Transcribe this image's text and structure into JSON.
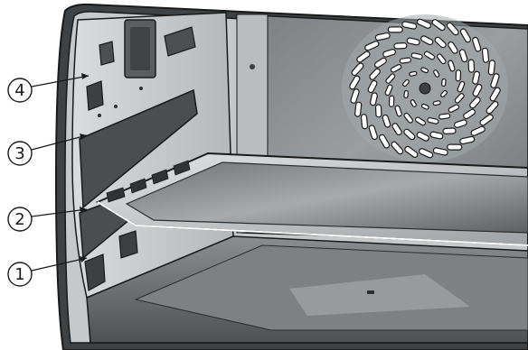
{
  "image": {
    "subject": "oven-interior-shelf-levels",
    "colors": {
      "line": "#1a1a1a",
      "wall_light": "#cfd3d6",
      "wall_mid": "#a9adb0",
      "wall_dark": "#5f6366",
      "back_panel": "#8c9093",
      "tray_silver": "#b9bcbe",
      "floor": "#6a6e71"
    }
  },
  "callouts": [
    {
      "label": "4",
      "icon": "circled-number"
    },
    {
      "label": "3",
      "icon": "circled-number"
    },
    {
      "label": "2",
      "icon": "circled-number"
    },
    {
      "label": "1",
      "icon": "circled-number"
    }
  ]
}
